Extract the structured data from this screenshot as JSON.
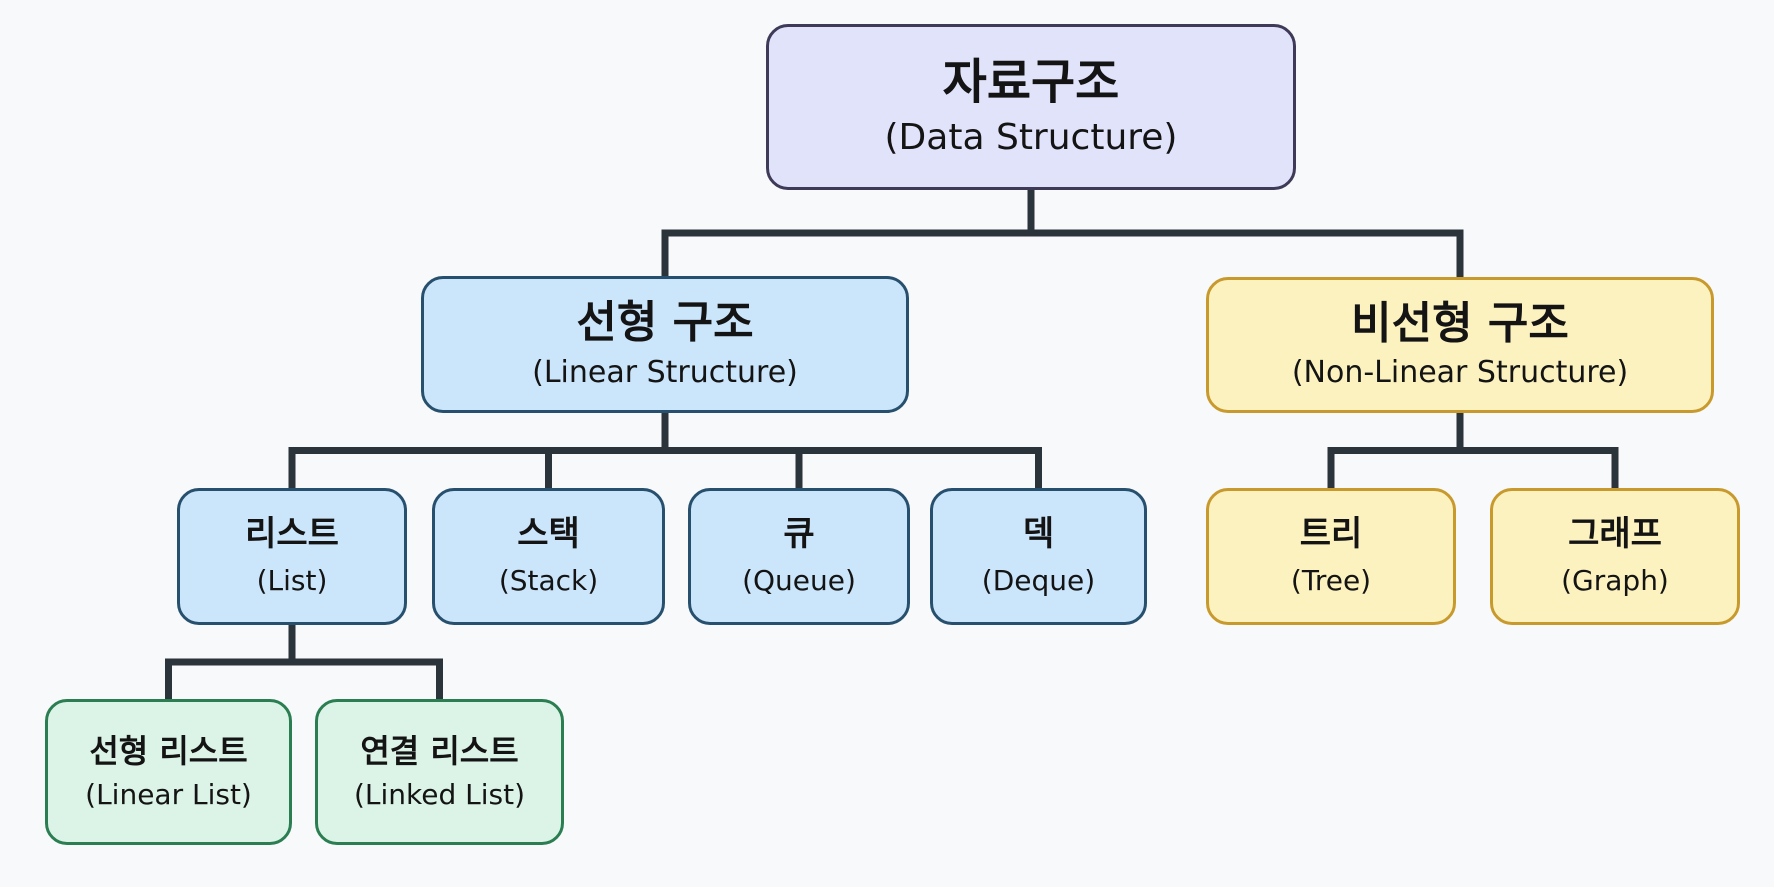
{
  "colors": {
    "connector": "#2b333b",
    "root_fill": "#e1e3fb",
    "root_border": "#3e3a58",
    "linear_fill": "#cbe5fb",
    "linear_border": "#27506e",
    "nonlinear_fill": "#fcf2c0",
    "nonlinear_border": "#c89a2e",
    "list_fill": "#dcf4e7",
    "list_border": "#2b7e52"
  },
  "nodes": [
    {
      "id": "root",
      "ko": "자료구조",
      "en": "(Data Structure)",
      "group": "root"
    },
    {
      "id": "linear",
      "ko": "선형 구조",
      "en": "(Linear Structure)",
      "group": "linear"
    },
    {
      "id": "nonlinear",
      "ko": "비선형 구조",
      "en": "(Non-Linear Structure)",
      "group": "nonlinear"
    },
    {
      "id": "list",
      "ko": "리스트",
      "en": "(List)",
      "group": "linear"
    },
    {
      "id": "stack",
      "ko": "스택",
      "en": "(Stack)",
      "group": "linear"
    },
    {
      "id": "queue",
      "ko": "큐",
      "en": "(Queue)",
      "group": "linear"
    },
    {
      "id": "deque",
      "ko": "덱",
      "en": "(Deque)",
      "group": "linear"
    },
    {
      "id": "tree",
      "ko": "트리",
      "en": "(Tree)",
      "group": "nonlinear"
    },
    {
      "id": "graph",
      "ko": "그래프",
      "en": "(Graph)",
      "group": "nonlinear"
    },
    {
      "id": "linear-list",
      "ko": "선형 리스트",
      "en": "(Linear List)",
      "group": "list"
    },
    {
      "id": "linked-list",
      "ko": "연결 리스트",
      "en": "(Linked List)",
      "group": "list"
    }
  ],
  "edges": [
    {
      "from": "root",
      "to": [
        "linear",
        "nonlinear"
      ]
    },
    {
      "from": "linear",
      "to": [
        "list",
        "stack",
        "queue",
        "deque"
      ]
    },
    {
      "from": "nonlinear",
      "to": [
        "tree",
        "graph"
      ]
    },
    {
      "from": "list",
      "to": [
        "linear-list",
        "linked-list"
      ]
    }
  ]
}
